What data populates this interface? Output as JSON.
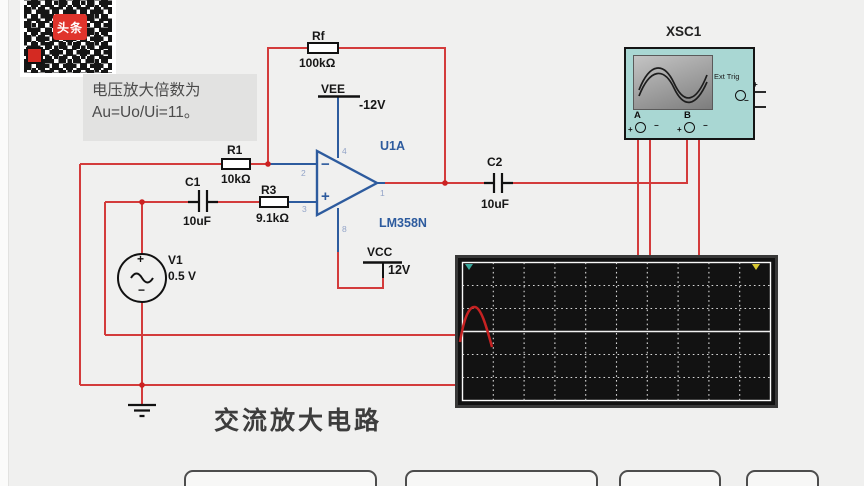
{
  "annotation": {
    "line1": "电压放大倍数为",
    "line2": "Au=Uo/Ui=11。"
  },
  "title": "交流放大电路",
  "watermark": {
    "badge_label": "头条"
  },
  "symbols": {
    "plus": "+",
    "minus": "−"
  },
  "components": {
    "rf": {
      "ref": "Rf",
      "value": "100kΩ"
    },
    "r1": {
      "ref": "R1",
      "value": "10kΩ"
    },
    "r3": {
      "ref": "R3",
      "value": "9.1kΩ"
    },
    "c1": {
      "ref": "C1",
      "value": "10uF"
    },
    "c2": {
      "ref": "C2",
      "value": "10uF"
    },
    "v1": {
      "ref": "V1",
      "value": "0.5 V"
    },
    "opamp": {
      "ref": "U1A",
      "part": "LM358N",
      "pin_out": "1",
      "pin_inv": "2",
      "pin_noninv": "3",
      "pin_vee": "4",
      "pin_vcc": "8"
    },
    "vee": {
      "label": "VEE",
      "value": "-12V"
    },
    "vcc": {
      "label": "VCC",
      "value": "12V"
    }
  },
  "oscilloscope": {
    "ref": "XSC1",
    "ext_trig_label": "Ext Trig",
    "channel_a": "A",
    "channel_b": "B"
  },
  "colors": {
    "wire_red": "#d33b3b",
    "opamp_blue": "#2d5b9e",
    "scope_body_teal": "#a9d7d3",
    "background": "#f0f0ef",
    "display_bg": "#121212",
    "marker_channel_a": "#3aa79b",
    "marker_channel_b": "#d8c832",
    "waveform_red": "#c52222",
    "badge_red": "#e0342c"
  }
}
